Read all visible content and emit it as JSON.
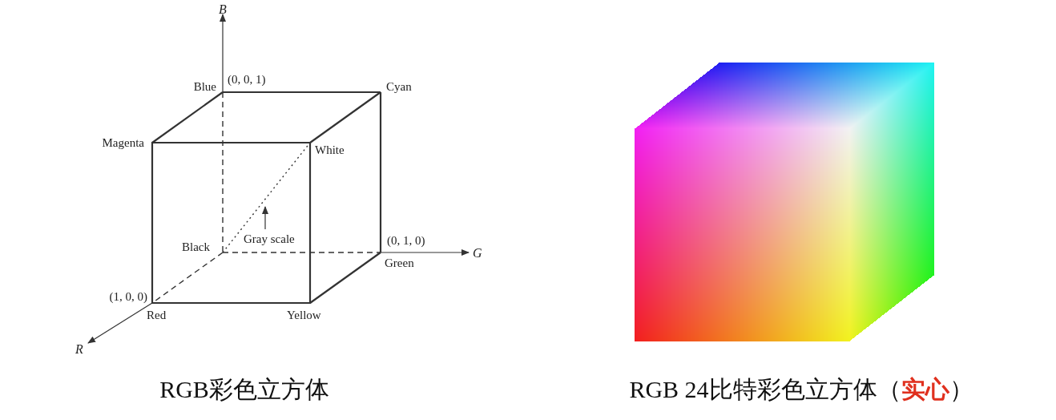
{
  "diagram": {
    "labels": [
      "B",
      "Blue",
      "(0, 0, 1)",
      "Cyan",
      "Magenta",
      "White",
      "Gray scale",
      "Black",
      "(0, 1, 0)",
      "Green",
      "G",
      "(1, 0, 0)",
      "Red",
      "Yellow",
      "R",
      "RGB彩色立方体",
      "RGB 24比特彩色立方体（",
      "实心",
      "）"
    ]
  }
}
